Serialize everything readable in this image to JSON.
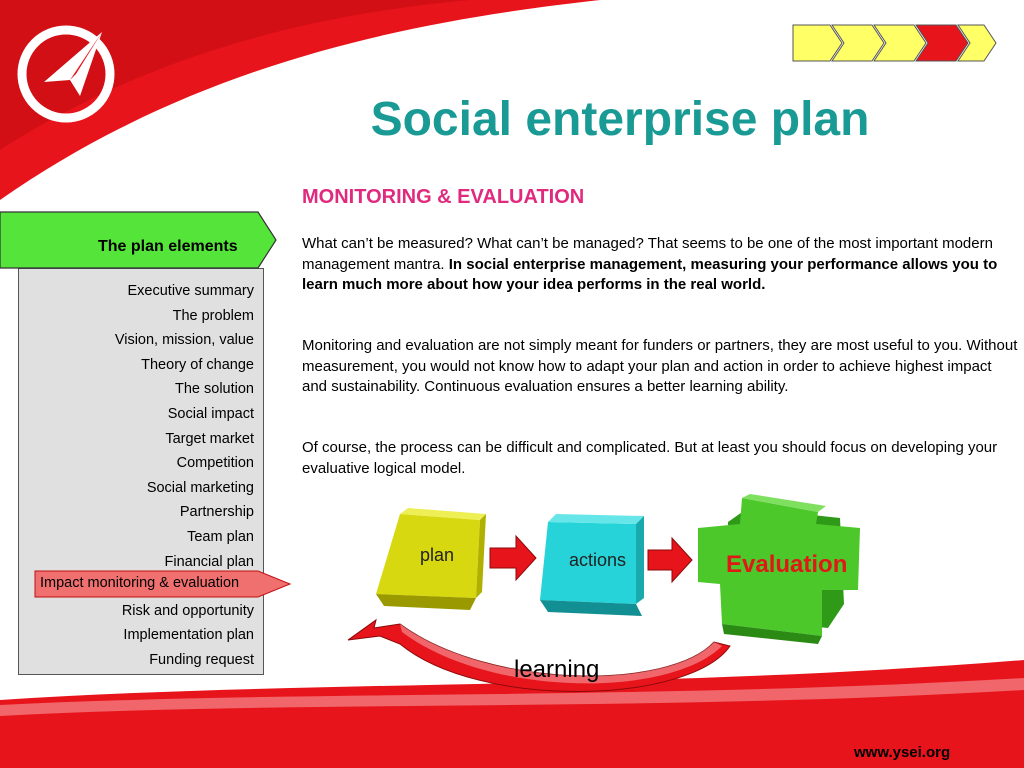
{
  "header": {
    "title": "Social enterprise plan",
    "progress_steps": 5,
    "progress_active_step": 4
  },
  "section": {
    "heading": "MONITORING & EVALUATION",
    "p1_text": "What can’t be measured? What can’t be managed? That seems to be one of the most important modern management mantra. ",
    "p1_bold": "In social enterprise management, measuring your performance allows you to learn much more about how your idea performs in the real world.",
    "p2": "Monitoring and evaluation are not simply meant for funders or partners, they are most useful to you. Without measurement, you would not know how to adapt your plan and action in order to achieve highest impact and sustainability. Continuous evaluation ensures a better learning ability.",
    "p3": "Of course, the process can be difficult and complicated. But at least you should focus on developing your evaluative logical model."
  },
  "sidebar": {
    "header_label": "The plan elements",
    "items": [
      {
        "label": "Executive summary"
      },
      {
        "label": "The problem"
      },
      {
        "label": "Vision, mission, value"
      },
      {
        "label": "Theory of change"
      },
      {
        "label": "The solution"
      },
      {
        "label": "Social impact"
      },
      {
        "label": "Target market"
      },
      {
        "label": "Competition"
      },
      {
        "label": "Social marketing"
      },
      {
        "label": "Partnership"
      },
      {
        "label": "Team plan"
      },
      {
        "label": "Financial plan"
      },
      {
        "label": ""
      },
      {
        "label": "Risk and opportunity"
      },
      {
        "label": "Implementation plan"
      },
      {
        "label": "Funding request"
      }
    ],
    "active_label": "Impact monitoring & evaluation"
  },
  "cycle": {
    "plan": "plan",
    "actions": "actions",
    "evaluation": "Evaluation",
    "learning": "learning"
  },
  "footer": {
    "website": "www.ysei.org"
  },
  "colors": {
    "accent_red": "#e8141b",
    "title_teal": "#1a9a94",
    "heading_pink": "#e02a7e",
    "sidebar_header_green": "#55e53a",
    "plan_box_yellow": "#d8d810",
    "actions_box_cyan": "#25d3d8",
    "evaluation_box_green": "#4cc82a",
    "active_item_red": "#f07070"
  }
}
